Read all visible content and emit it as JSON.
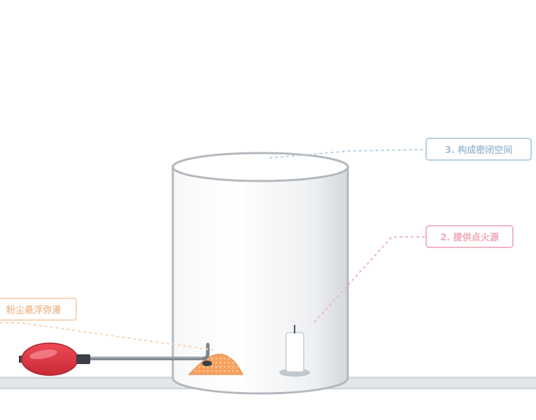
{
  "labels": {
    "space": "3. 构成密闭空间",
    "fire": "2. 提供点火源",
    "dust": "粉尘悬浮弥漫"
  },
  "colors": {
    "space_accent": "#b9cfdf",
    "space_text": "#a8c0d3",
    "fire_accent": "#f2b6c2",
    "fire_text": "#eca8b8",
    "dust_accent": "#f7d5b9",
    "dust_text": "#f3c4a0",
    "bulb": "#e23b48",
    "powder": "#f6a15e",
    "can_outline": "#b3b8be"
  },
  "icons": {
    "bulb": "rubber-bulb-icon",
    "candle": "candle-icon",
    "powder": "powder-pile-icon",
    "can": "cylinder-can-icon"
  }
}
